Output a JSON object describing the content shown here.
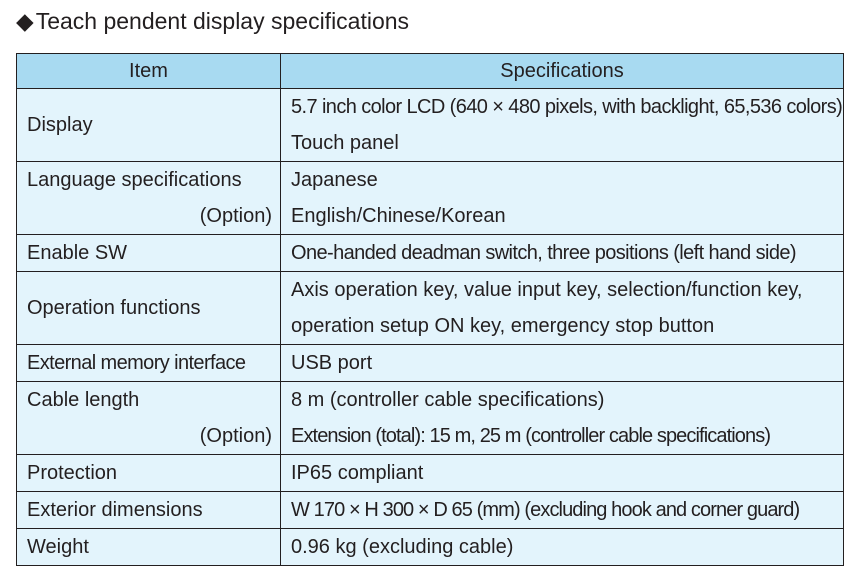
{
  "heading": {
    "marker": "◆",
    "text": "Teach pendent display specifications"
  },
  "table": {
    "headers": [
      "Item",
      "Specifications"
    ],
    "rows": [
      {
        "item": [
          "Display"
        ],
        "spec": [
          "5.7 inch color LCD (640 × 480 pixels, with backlight, 65,536 colors)",
          "Touch panel"
        ]
      },
      {
        "item": [
          "Language specifications",
          "(Option)"
        ],
        "spec": [
          "Japanese",
          "English/Chinese/Korean"
        ]
      },
      {
        "item": [
          "Enable SW"
        ],
        "spec": [
          "One-handed deadman switch, three positions (left hand side)"
        ]
      },
      {
        "item": [
          "Operation functions"
        ],
        "spec": [
          "Axis operation key, value input key, selection/function key,",
          "operation setup ON key, emergency stop button"
        ]
      },
      {
        "item": [
          "External memory interface"
        ],
        "spec": [
          "USB port"
        ]
      },
      {
        "item": [
          "Cable length",
          "(Option)"
        ],
        "spec": [
          "8 m (controller cable specifications)",
          "Extension (total): 15 m, 25 m (controller cable specifications)"
        ]
      },
      {
        "item": [
          "Protection"
        ],
        "spec": [
          "IP65 compliant"
        ]
      },
      {
        "item": [
          "Exterior dimensions"
        ],
        "spec": [
          "W 170 × H 300 × D 65 (mm) (excluding hook and corner guard)"
        ]
      },
      {
        "item": [
          "Weight"
        ],
        "spec": [
          "0.96 kg (excluding cable)"
        ]
      }
    ]
  }
}
